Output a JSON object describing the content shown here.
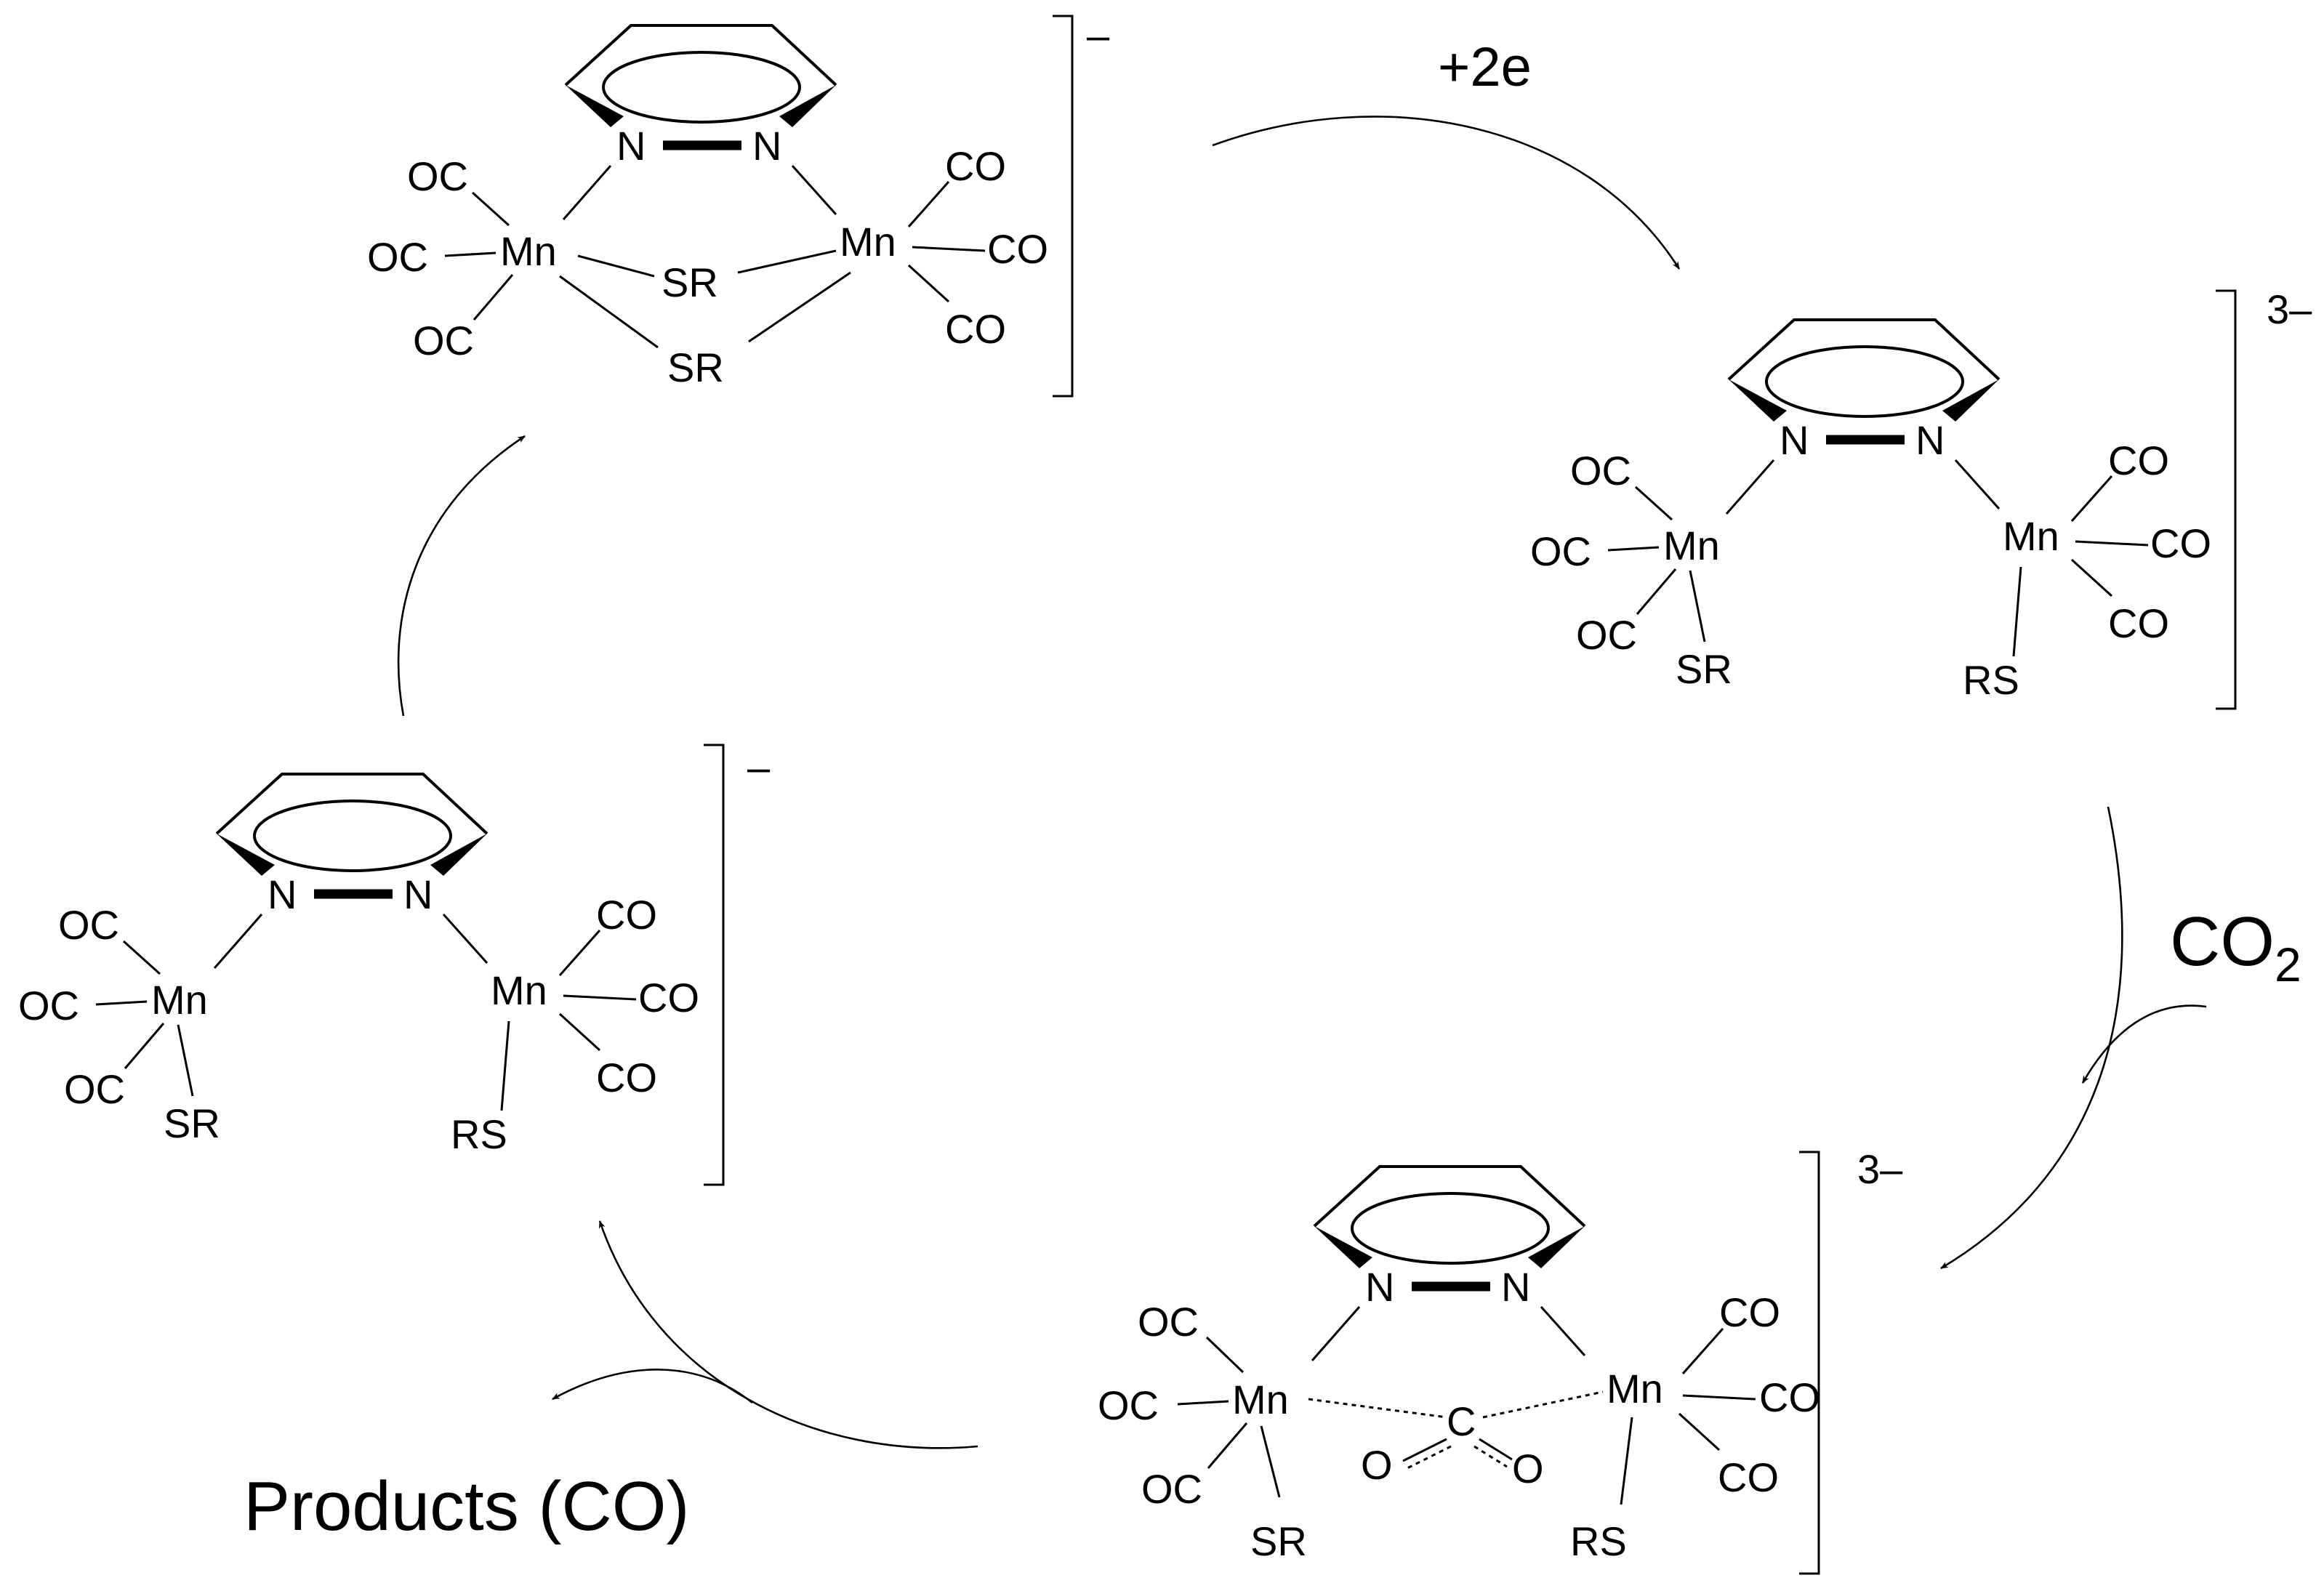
{
  "diagram": {
    "reagents": {
      "electrons": "+2e",
      "co2_main": "CO",
      "co2_sub": "2",
      "products": "Products (CO)"
    },
    "species": [
      {
        "id": "top",
        "charge": "–",
        "metal_left": "Mn",
        "metal_right": "Mn",
        "bridges": [
          "SR",
          "SR"
        ],
        "left_ligands": [
          "OC",
          "OC",
          "OC"
        ],
        "right_ligands": [
          "CO",
          "CO",
          "CO"
        ],
        "n_left": "N",
        "n_right": "N"
      },
      {
        "id": "right",
        "charge": "3–",
        "metal_left": "Mn",
        "metal_right": "Mn",
        "thiolate_left": "SR",
        "thiolate_right": "RS",
        "left_ligands": [
          "OC",
          "OC",
          "OC"
        ],
        "right_ligands": [
          "CO",
          "CO",
          "CO"
        ],
        "n_left": "N",
        "n_right": "N"
      },
      {
        "id": "bottom",
        "charge": "3–",
        "metal_left": "Mn",
        "metal_right": "Mn",
        "thiolate_left": "SR",
        "thiolate_right": "RS",
        "left_ligands": [
          "OC",
          "OC",
          "OC"
        ],
        "right_ligands": [
          "CO",
          "CO",
          "CO"
        ],
        "n_left": "N",
        "n_right": "N",
        "co2_c": "C",
        "co2_o1": "O",
        "co2_o2": "O"
      },
      {
        "id": "left",
        "charge": "–",
        "metal_left": "Mn",
        "metal_right": "Mn",
        "thiolate_left": "SR",
        "thiolate_right": "RS",
        "left_ligands": [
          "OC",
          "OC",
          "OC"
        ],
        "right_ligands": [
          "CO",
          "CO",
          "CO"
        ],
        "n_left": "N",
        "n_right": "N"
      }
    ]
  }
}
